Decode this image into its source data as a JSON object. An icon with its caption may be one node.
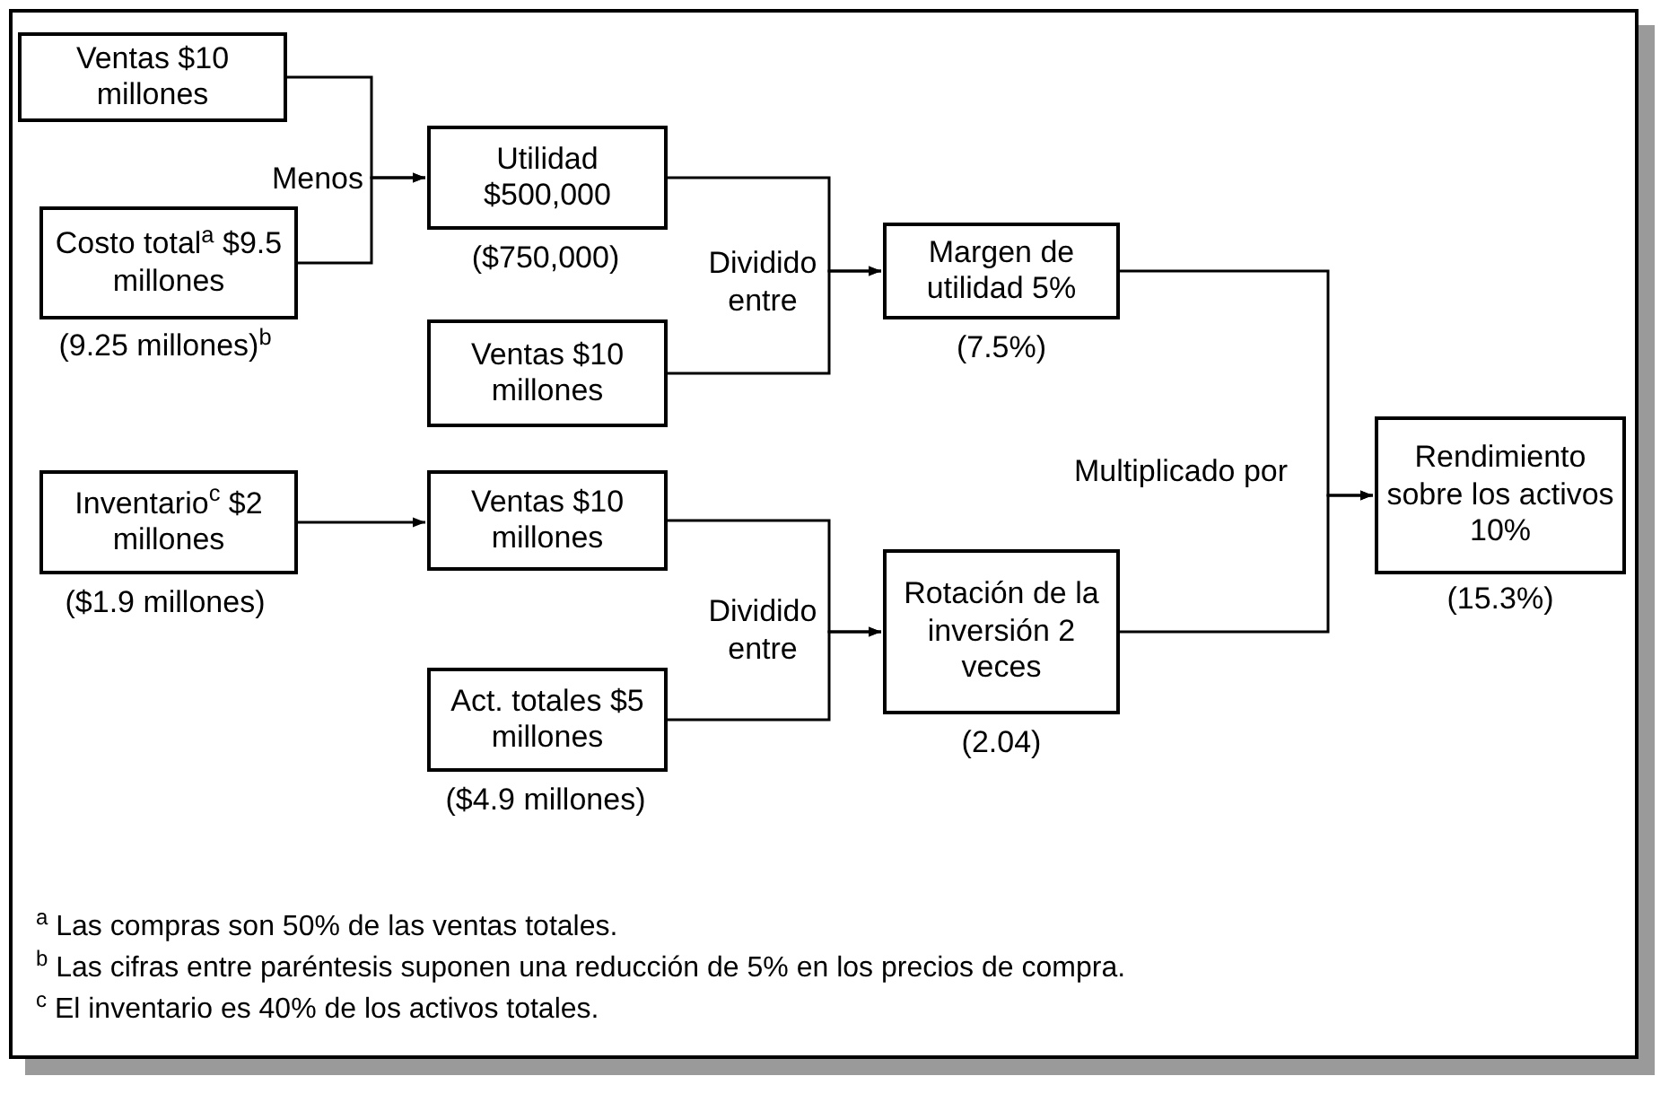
{
  "diagram": {
    "nodes": [
      {
        "text": [
          "Ventas $10 millones"
        ]
      },
      {
        "text": [
          "Costo total$^{a}$ $9.5 millones"
        ],
        "beside": [
          "(9.25 millones)$^{b}$"
        ]
      },
      {
        "text": [
          "Utilidad $500,000"
        ],
        "beside": [
          "($750,000)"
        ]
      },
      {
        "text": [
          "Ventas $10 millones"
        ]
      },
      {
        "text": [
          "Margen de utilidad 5%"
        ],
        "beside": [
          "(7.5%)"
        ]
      },
      {
        "text": [
          "Inventario$^{c}$ $2 millones"
        ],
        "beside": [
          "($1.9 millones)"
        ]
      },
      {
        "text": [
          "Ventas $10 millones"
        ]
      },
      {
        "text": [
          "Rotación de la inversión 2 veces"
        ],
        "beside": [
          "(2.04)"
        ]
      },
      {
        "text": [
          "Act. totales $5 millones"
        ],
        "beside": [
          "($4.9 millones)"
        ]
      },
      {
        "text": [
          "Rendimiento sobre los activos 10%"
        ],
        "beside": [
          "(15.3%)"
        ]
      }
    ],
    "edges": [
      {
        "from": 0,
        "to": 2,
        "arrow": "to",
        "label": "Menos"
      },
      {
        "from": 1,
        "to": 2,
        "arrow": "to"
      },
      {
        "from": 2,
        "to": 4,
        "arrow": "to",
        "label": "Dividido entre"
      },
      {
        "from": 3,
        "to": 4,
        "arrow": "to"
      },
      {
        "from": 5,
        "to": 6,
        "arrow": "to"
      },
      {
        "from": 6,
        "to": 7,
        "arrow": "to",
        "label": "Dividido entre"
      },
      {
        "from": 8,
        "to": 7,
        "arrow": "to"
      },
      {
        "from": 4,
        "to": 9,
        "arrow": "to",
        "label": "Multiplicado por"
      },
      {
        "from": 7,
        "to": 9,
        "arrow": "to"
      }
    ],
    "labels": [
      "$^{a}$ Las compras son 50% de las ventas totales.",
      "$^{b}$ Las cifras entre paréntesis suponen una reducción de 5% en los precios de compra.",
      "$^{c}$ El inventario es 40% de los activos totales."
    ]
  }
}
